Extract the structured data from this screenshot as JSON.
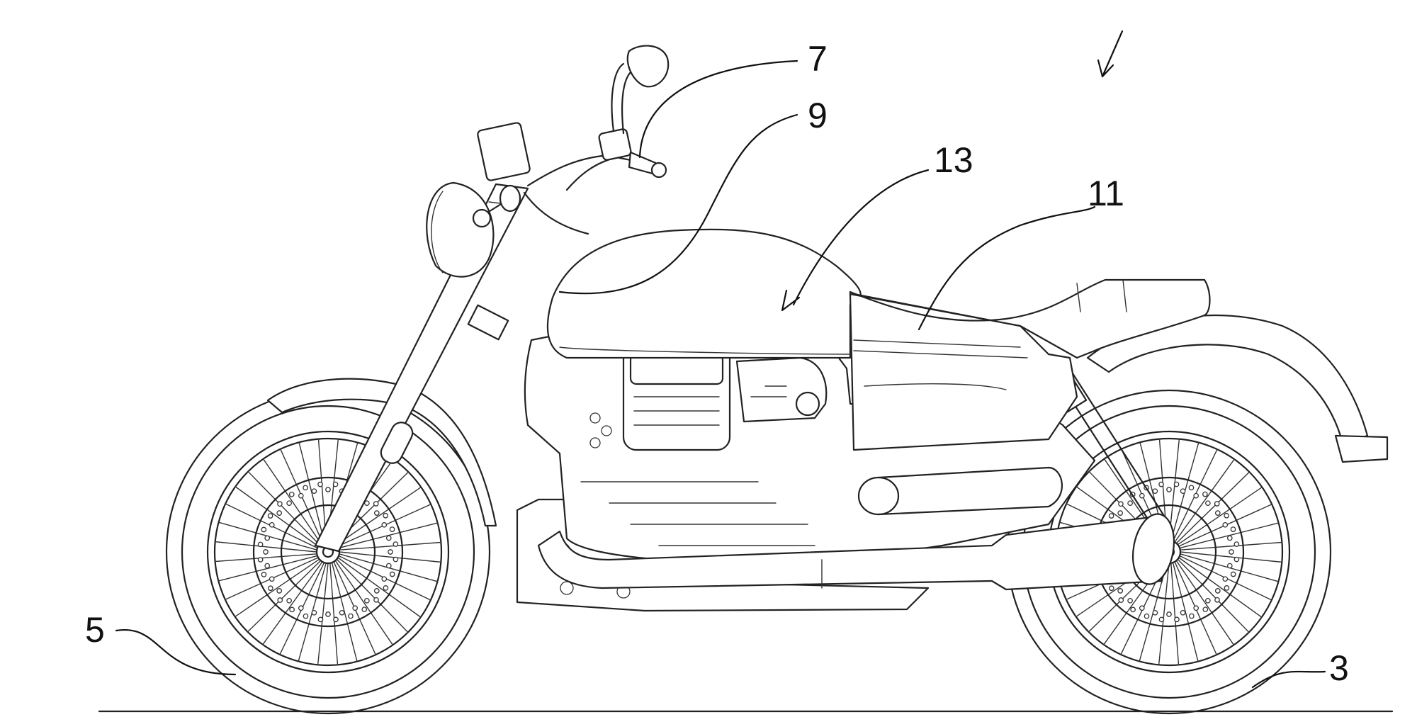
{
  "diagram": {
    "reference_labels": [
      {
        "id": "label-7",
        "text": "7"
      },
      {
        "id": "label-9",
        "text": "9"
      },
      {
        "id": "label-13",
        "text": "13"
      },
      {
        "id": "label-11",
        "text": "11"
      },
      {
        "id": "label-5",
        "text": "5"
      },
      {
        "id": "label-3",
        "text": "3"
      }
    ]
  }
}
